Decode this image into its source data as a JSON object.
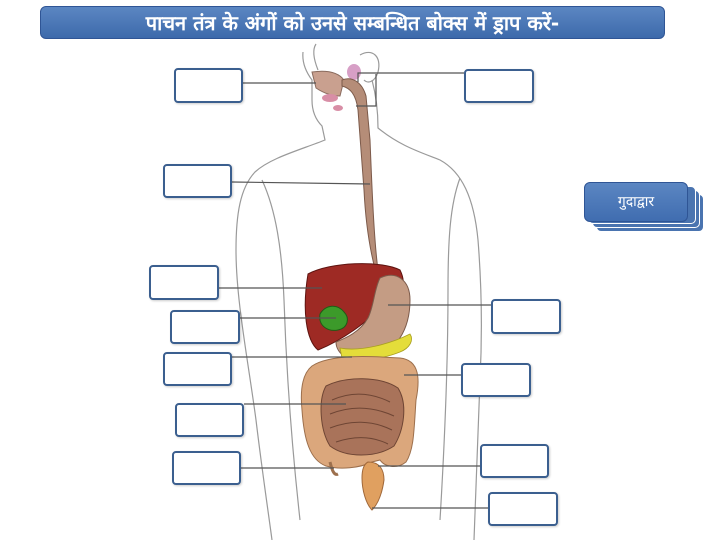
{
  "title": "पाचन तंत्र के अंगों को उनसे सम्बन्धित बोक्स में ड्राप करें-",
  "draggable_card": {
    "label": "गुदाद्वार"
  },
  "drop_boxes": [
    {
      "id": "left-1"
    },
    {
      "id": "left-2"
    },
    {
      "id": "left-3"
    },
    {
      "id": "left-4"
    },
    {
      "id": "left-5"
    },
    {
      "id": "left-6"
    },
    {
      "id": "left-7"
    },
    {
      "id": "left-8"
    },
    {
      "id": "right-1"
    },
    {
      "id": "right-2"
    },
    {
      "id": "right-3"
    },
    {
      "id": "right-4"
    },
    {
      "id": "right-5"
    }
  ],
  "colors": {
    "title_bg": "#4a78b8",
    "box_border": "#3b5f8f",
    "esophagus": "#b58d78",
    "liver": "#9e2a24",
    "gallbladder": "#3c9a2a",
    "stomach": "#c49c84",
    "pancreas": "#e4dd3a",
    "intestine": "#dba77c",
    "body_outline": "#9a9a9a"
  }
}
